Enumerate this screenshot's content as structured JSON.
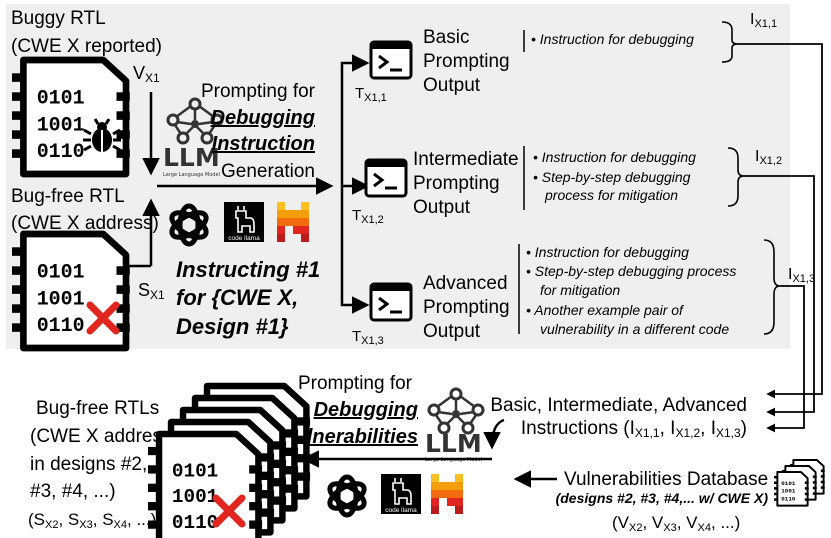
{
  "top": {
    "buggy_rtl": [
      "Buggy RTL",
      "(CWE X reported)"
    ],
    "bugfree_rtl": [
      "Bug-free RTL",
      "(CWE X address)"
    ],
    "v_label": "V",
    "v_sub": "X1",
    "s_label": "S",
    "s_sub": "X1",
    "prompting_title": "Prompting for",
    "prompting_bold": [
      "Debugging",
      "Instruction"
    ],
    "prompting_tail": "Generation",
    "llm": "LLM",
    "llm_small": "Large Language Model",
    "codellama": "code llama",
    "instructing": [
      "Instructing #1",
      "for {CWE X,",
      "Design #1}"
    ]
  },
  "outputs": [
    {
      "title": [
        "Basic",
        "Prompting",
        "Output"
      ],
      "t_label": "T",
      "t_sub": "X1,1",
      "i_label": "I",
      "i_sub": "X1,1",
      "bullets": [
        "Instruction for debugging"
      ]
    },
    {
      "title": [
        "Intermediate",
        "Prompting",
        "Output"
      ],
      "t_label": "T",
      "t_sub": "X1,2",
      "i_label": "I",
      "i_sub": "X1,2",
      "bullets": [
        "Instruction for debugging",
        "Step-by-step debugging",
        "process for mitigation"
      ]
    },
    {
      "title": [
        "Advanced",
        "Prompting",
        "Output"
      ],
      "t_label": "T",
      "t_sub": "X1,3",
      "i_label": "I",
      "i_sub": "X1,3",
      "bullets": [
        "Instruction for debugging",
        "Step-by-step debugging process",
        "for mitigation",
        "Another example pair of",
        "vulnerability in a different code"
      ]
    }
  ],
  "bottom": {
    "bugfree_rtls": [
      "Bug-free RTLs",
      "(CWE X address",
      "in designs #2,",
      "#3, #4, ...)"
    ],
    "s_list": [
      "S",
      "X2",
      ", S",
      "X3",
      ", S",
      "X4",
      ", ...)"
    ],
    "s_open": "(",
    "prompting_title": "Prompting for",
    "prompting_bold": [
      "Debugging",
      "Vulnerabilities"
    ],
    "instructions": [
      "Basic, Intermediate, Advanced",
      "Instructions (I",
      "X1,1",
      ", I",
      "X1,2",
      ", I",
      "X1,3",
      ")"
    ],
    "vuln_db": "Vulnerabilities Database",
    "vuln_designs": "(designs #2, #3, #4,... w/ CWE X)",
    "v_list": [
      "(V",
      "X2",
      ", V",
      "X3",
      ", V",
      "X4",
      ", ...)"
    ]
  },
  "icons": {
    "chip": "chip-icon",
    "bug": "bug-icon",
    "cross": "red-x-icon",
    "terminal": "terminal-icon",
    "llm": "llm-network-icon",
    "openai": "openai-logo-icon",
    "llama": "code-llama-icon",
    "mistral": "mistral-logo-icon"
  },
  "colors": {
    "panel": "#efefef",
    "red": "#e0261f",
    "mistral_orange": "#f26b0f",
    "mistral_yellow": "#fbbf24"
  }
}
